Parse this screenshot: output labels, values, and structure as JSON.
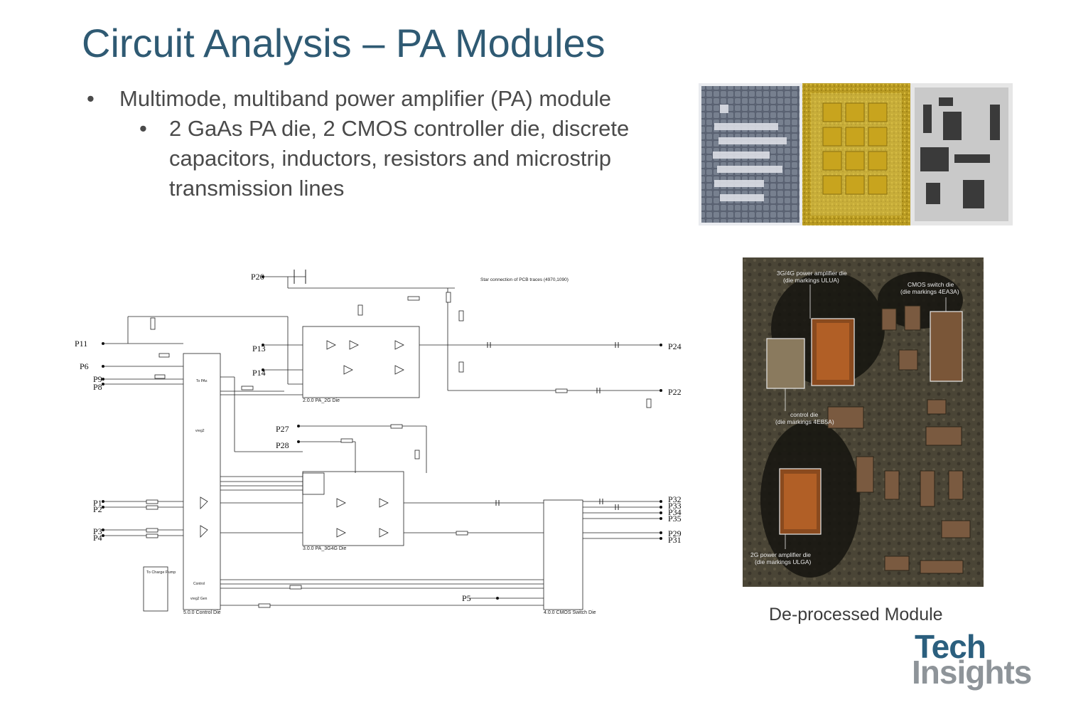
{
  "slide": {
    "title": "Circuit Analysis – PA Modules",
    "bullet_1": "Multimode, multiband power amplifier (PA) module",
    "bullet_1_1": "2 GaAs PA die, 2 CMOS controller die, discrete capacitors, inductors, resistors and microstrip transmission lines",
    "caption": "De-processed Module"
  },
  "logo": {
    "line1": "Tech",
    "line2": "Insights"
  },
  "schematic": {
    "note": "Star connection of PCB traces (4970,1090)",
    "ports": {
      "p26": "P26",
      "p11": "P11",
      "p6": "P6",
      "p9": "P9",
      "p8": "P8",
      "p13": "P13",
      "p14": "P14",
      "p24": "P24",
      "p22": "P22",
      "p27": "P27",
      "p28": "P28",
      "p1": "P1",
      "p2": "P2",
      "p3": "P3",
      "p4": "P4",
      "p5": "P5",
      "p32": "P32",
      "p33": "P33",
      "p34": "P34",
      "p35": "P35",
      "p29": "P29",
      "p31": "P31"
    },
    "blocks": {
      "pa2g": "2.0.0 PA_2G Die",
      "pa3g4g": "3.0.0 PA_3G4G Die",
      "control": "5.0.0 Control Die",
      "cmos_switch": "4.0.0 CMOS Switch Die",
      "charge_pump": "To Charge Pump",
      "control_label": "Control",
      "vreg": "vreg2",
      "vreg_gen": "vreg2 Gen",
      "to_pa": "To PAs"
    }
  },
  "die_photo": {
    "ann_3g4g": "3G/4G power amplifier die",
    "ann_3g4g_mark": "(die markings ULUA)",
    "ann_cmos": "CMOS switch die",
    "ann_cmos_mark": "(die markings 4EA3A)",
    "ann_control": "control die",
    "ann_control_mark": "(die markings 4EB5A)",
    "ann_2g": "2G power amplifier die",
    "ann_2g_mark": "(die markings ULGA)"
  },
  "colors": {
    "title": "#2f5a73",
    "text": "#4a4a4a",
    "logo_blue": "#2b5f7e",
    "logo_grey": "#8e9499"
  }
}
